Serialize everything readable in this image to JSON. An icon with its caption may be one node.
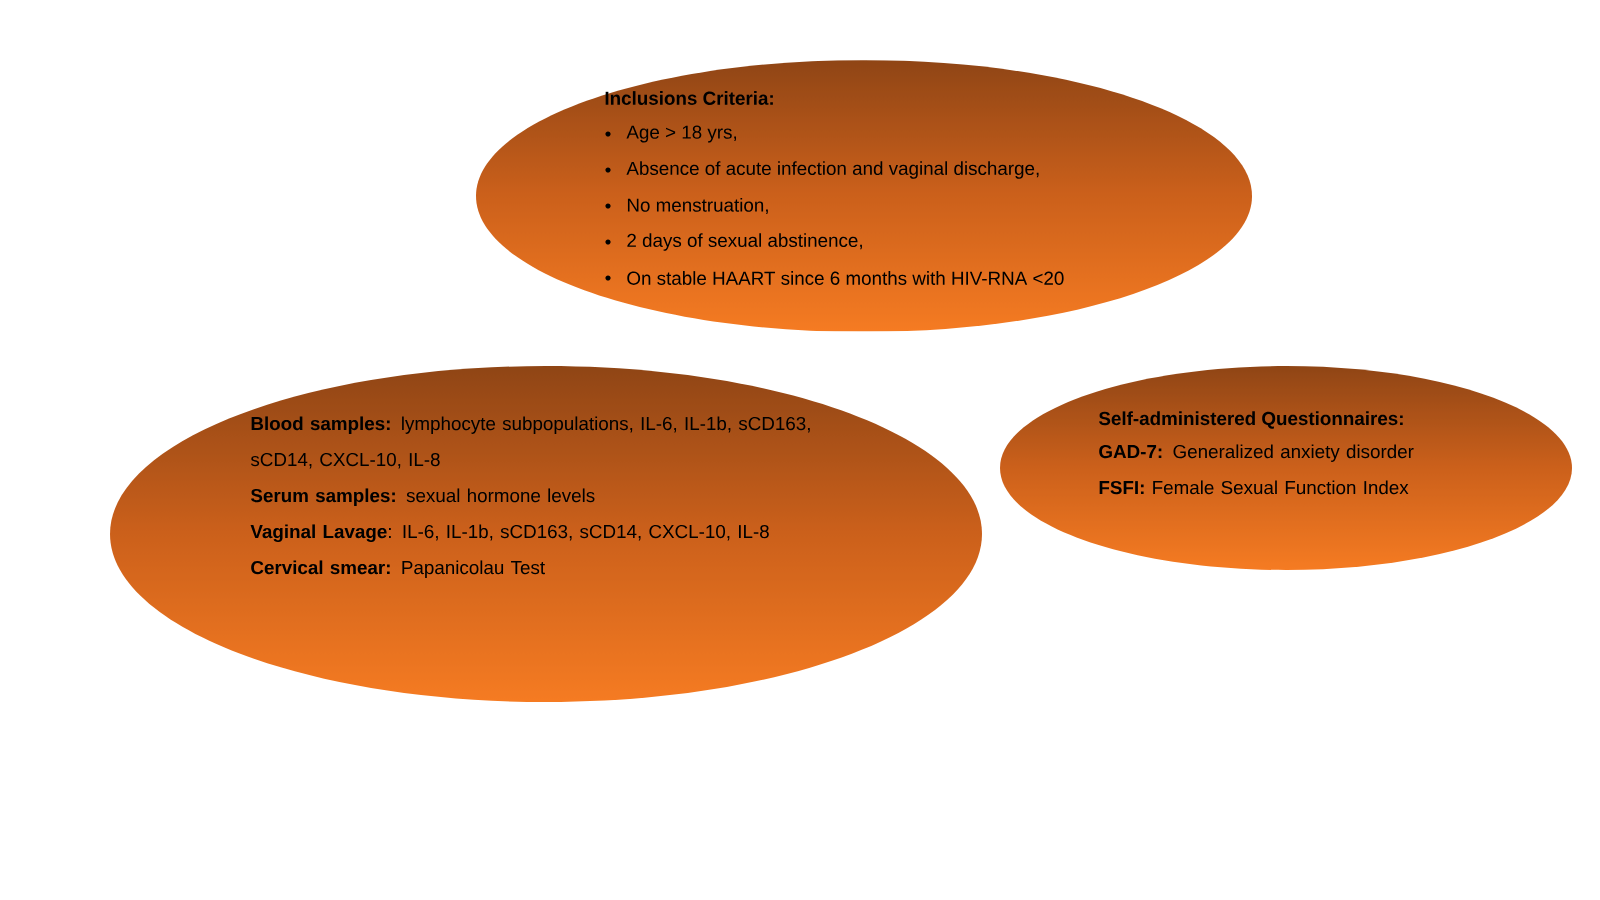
{
  "diagram": {
    "nodes": [
      {
        "text": [
          "Inclusions Criteria:",
          "Age > 18 yrs,",
          "Absence of acute infection and vaginal discharge,",
          "No menstruation,",
          "2 days of sexual abstinence,",
          "On stable HAART since 6 months with HIV-RNA <20"
        ]
      },
      {
        "text": [
          "**Blood samples:** lymphocyte subpopulations, IL-6, IL-1b, sCD163, sCD14, CXCL-10, IL-8",
          "**Serum samples:** sexual hormone levels",
          "**Vaginal Lavage**: IL-6, IL-1b, sCD163, sCD14, CXCL-10, IL-8",
          "**Cervical smear:** Papanicolau Test"
        ]
      },
      {
        "text": [
          "Self-administered Questionnaires:",
          "**GAD-7:** Generalized anxiety disorder",
          "**FSFI:** Female Sexual Function Index"
        ]
      }
    ]
  }
}
